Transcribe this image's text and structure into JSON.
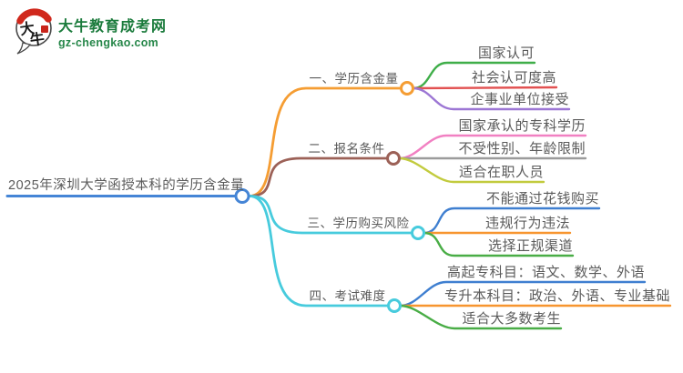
{
  "logo": {
    "icon_text": "大牛",
    "title": "大牛教育成考网",
    "subtitle": "gz-chengkao.com",
    "brand_green": "#1b7b3c",
    "seal_red": "#d0281c"
  },
  "mindmap": {
    "root": {
      "label": "2025年深圳大学函授本科的学历含金量",
      "color": "#4585d6"
    },
    "branches": [
      {
        "label": "一、学历含金量",
        "color": "#f59d33",
        "children": [
          {
            "label": "国家认可",
            "color": "#3fae49"
          },
          {
            "label": "社会认可度高",
            "color": "#e25151"
          },
          {
            "label": "企事业单位接受",
            "color": "#9c76d4"
          }
        ]
      },
      {
        "label": "二、报名条件",
        "color": "#9c6157",
        "children": [
          {
            "label": "国家承认的专科学历",
            "color": "#f180c2"
          },
          {
            "label": "不受性别、年龄限制",
            "color": "#9b9b9b"
          },
          {
            "label": "适合在职人员",
            "color": "#c2cb3e"
          }
        ]
      },
      {
        "label": "三、学历购买风险",
        "color": "#47cbdd",
        "children": [
          {
            "label": "不能通过花钱购买",
            "color": "#3f7fd0"
          },
          {
            "label": "违规行为违法",
            "color": "#f7952f"
          },
          {
            "label": "选择正规渠道",
            "color": "#49ad46"
          }
        ]
      },
      {
        "label": "四、考试难度",
        "color": "#47cbdd",
        "children": [
          {
            "label": "高起专科目：语文、数学、外语",
            "color": "#3f7fd0"
          },
          {
            "label": "专升本科目：政治、外语、专业基础",
            "color": "#f7952f"
          },
          {
            "label": "适合大多数考生",
            "color": "#49ad46"
          }
        ]
      }
    ]
  },
  "text_color": "#5a5a5a"
}
